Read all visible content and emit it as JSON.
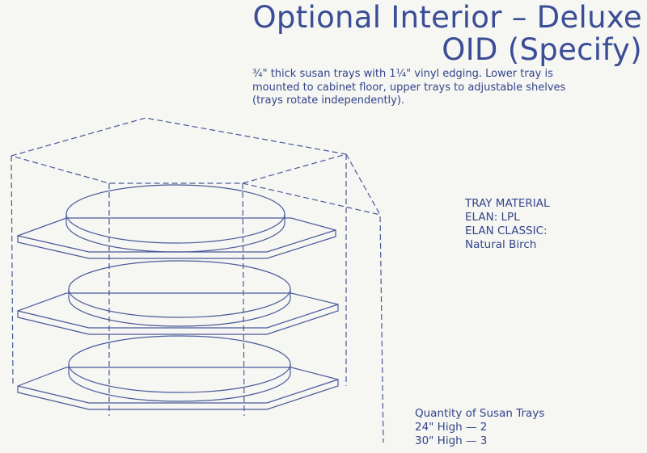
{
  "title": {
    "line1": "Optional Interior – Deluxe",
    "line2": "OID (Specify)"
  },
  "description": [
    "¾\" thick susan trays with 1¼\" vinyl edging. Lower tray is",
    "mounted to cabinet floor, upper trays to adjustable shelves",
    "(trays rotate independently)."
  ],
  "tray_material": {
    "heading": "TRAY MATERIAL",
    "lines": [
      "ELAN: LPL",
      "ELAN CLASSIC:",
      "Natural Birch"
    ]
  },
  "quantity": {
    "heading": "Quantity of Susan Trays",
    "lines": [
      "24\" High — 2",
      "30\" High — 3"
    ]
  },
  "colors": {
    "ink": "#2e3f86",
    "paper": "#f6f6f2"
  }
}
